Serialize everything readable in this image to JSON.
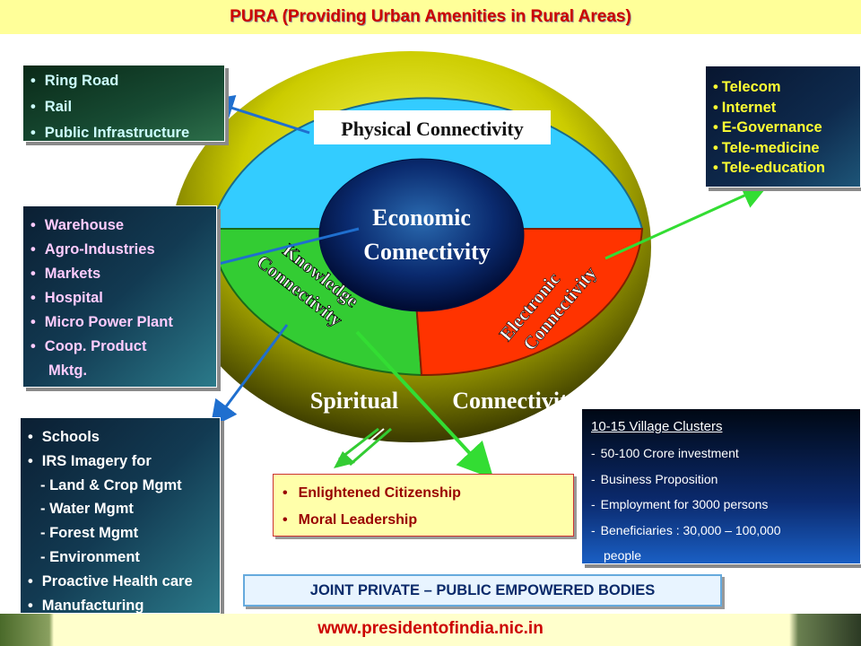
{
  "title": "PURA (Providing Urban Amenities in Rural Areas)",
  "url": "www.presidentofindia.nic.in",
  "center": {
    "line1": "Economic",
    "line2": "Connectivity"
  },
  "physical_label": "Physical Connectivity",
  "knowledge": {
    "line1": "Knowledge",
    "line2": "Connectivity"
  },
  "electronic": {
    "line1": "Electronic",
    "line2": "Connectivity"
  },
  "spiritual": {
    "word1": "Spiritual",
    "word2": "Connectivity"
  },
  "physical_items": [
    "Ring Road",
    "Rail",
    "Public Infrastructure"
  ],
  "electronic_items": [
    "Telecom",
    "Internet",
    "E-Governance",
    "Tele-medicine",
    "Tele-education"
  ],
  "economic_items": [
    "Warehouse",
    "Agro-Industries",
    "Markets",
    "Hospital",
    "Micro Power Plant",
    "Coop. Product",
    "Mktg."
  ],
  "knowledge_items": [
    "Schools",
    "IRS Imagery for",
    "- Land & Crop Mgmt",
    "- Water Mgmt",
    "- Forest Mgmt",
    "- Environment",
    "Proactive Health care",
    "Manufacturing"
  ],
  "spiritual_items": [
    "Enlightened Citizenship",
    "Moral Leadership"
  ],
  "clusters": {
    "heading": "10-15 Village Clusters",
    "items": [
      "50-100 Crore investment",
      "Business Proposition",
      "Employment for 3000 persons",
      "Beneficiaries : 30,000 – 100,000",
      "people"
    ]
  },
  "joint_label": "JOINT PRIVATE – PUBLIC EMPOWERED BODIES",
  "colors": {
    "physical": "#33ccff",
    "knowledge": "#33cc33",
    "electronic": "#ff3300",
    "center": "#0a2a6e",
    "outer_ring": "#cccc00",
    "arrow_blue": "#1f6fcf",
    "arrow_green": "#33dd33",
    "title_text": "#cc0000"
  }
}
